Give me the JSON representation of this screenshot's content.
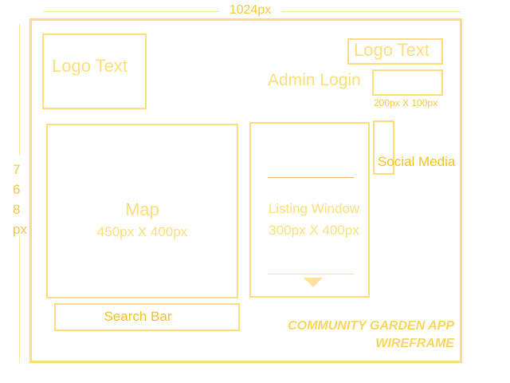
{
  "dimensions": {
    "width_label": "1024px",
    "height_label": "7\n6\n8\npx"
  },
  "header": {
    "logo_left_text": "Logo Text",
    "logo_right_text": "Logo Text",
    "admin_login_label": "Admin Login",
    "admin_box_size": "200px X 100px"
  },
  "social": {
    "label": "Social Media"
  },
  "map": {
    "title": "Map",
    "size": "450px X 400px"
  },
  "listing": {
    "title": "Listing Window",
    "size": "300px X 400px"
  },
  "search": {
    "label": "Search Bar"
  },
  "caption": {
    "line1": "COMMUNITY GARDEN APP",
    "line2": "WIREFRAME"
  },
  "colors": {
    "outline": "#fbdf7c",
    "accent_text": "#f2c320"
  }
}
